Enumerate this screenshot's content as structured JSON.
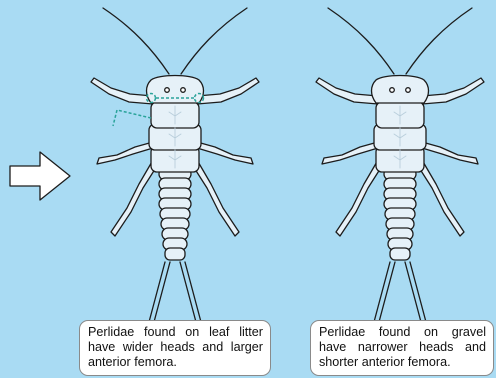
{
  "captions": {
    "left": "Perlidae found on leaf litter have wider heads and larger anterior femora.",
    "right": "Perlidae found on gravel have narrower heads and shorter anterior femora."
  },
  "colors": {
    "background": "#a9dbf3",
    "body_fill": "#e6f1f8",
    "outline": "#1c1c1c",
    "highlight_dash": "#2aa39a"
  },
  "illustrations": [
    {
      "name": "stonefly-wide-head",
      "head_width": "wider",
      "anterior_femora": "larger",
      "highlighted": true
    },
    {
      "name": "stonefly-narrow-head",
      "head_width": "narrower",
      "anterior_femora": "shorter",
      "highlighted": false
    }
  ],
  "arrow_icon": "right-arrow-icon"
}
